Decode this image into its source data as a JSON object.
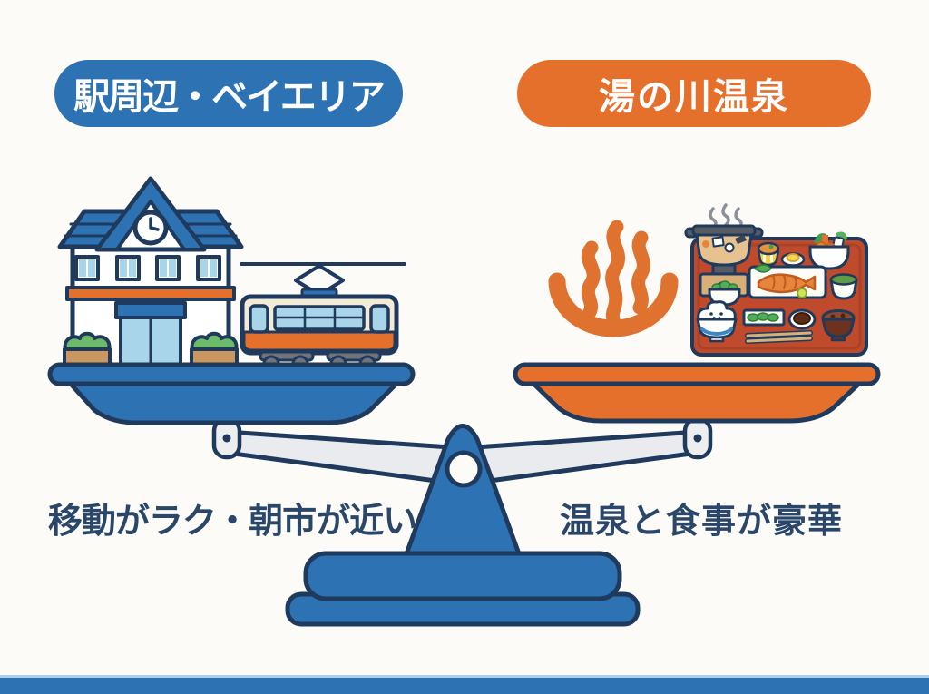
{
  "background": "#fcfbf7",
  "comparison": {
    "left": {
      "label": "駅周辺・ベイエリア",
      "label_bg": "#2d73b3",
      "label_color": "#ffffff",
      "caption": "移動がラク・朝市が近い",
      "pan_color": "#2d73b3",
      "icons": [
        "station-building-icon",
        "tram-icon"
      ]
    },
    "right": {
      "label": "湯の川温泉",
      "label_bg": "#e5702c",
      "label_color": "#ffffff",
      "caption": "温泉と食事が豪華",
      "pan_color": "#e5702c",
      "icons": [
        "onsen-mark-icon",
        "meal-tray-icon"
      ]
    },
    "caption_color": "#2a4769",
    "outline_color": "#1f3a5c",
    "beam_color": "#e9ebee",
    "stand_color": "#2d73b3",
    "onsen_color": "#e0722f",
    "tray_color": "#bf4a2c"
  },
  "footer": {
    "bar_color": "#2d73b3",
    "bar_edge_color": "#aecfe8"
  }
}
